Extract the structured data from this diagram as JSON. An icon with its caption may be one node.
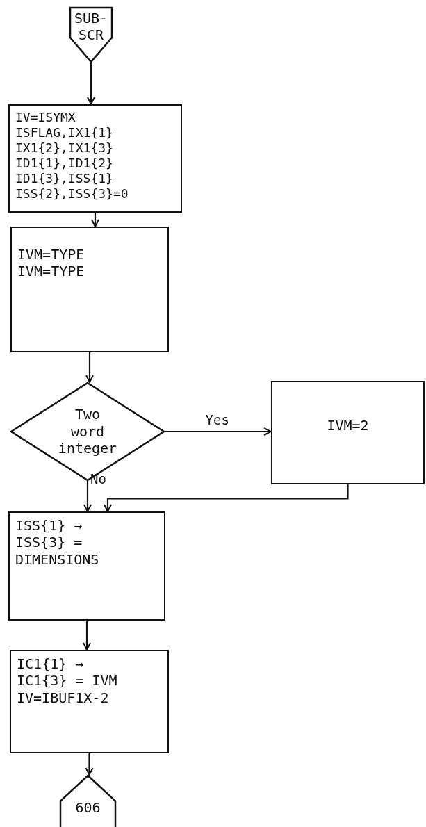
{
  "diagram": {
    "nodes": [
      {
        "text": [
          "SUB- SCR"
        ]
      },
      {
        "text": [
          "IV=ISYMX ISFLAG,IX1{1} IX1{2},IX1{3} ID1{1},ID1{2} ID1{3},ISS{1} ISS{2},ISS{3}=0"
        ]
      },
      {
        "text": [
          "IVM=TYPE IVM=TYPE"
        ]
      },
      {
        "text": [
          "Two word integer"
        ]
      },
      {
        "text": [
          "IVM=2"
        ]
      },
      {
        "text": [
          "ISS{1} → ISS{3} = DIMENSIONS"
        ]
      },
      {
        "text": [
          "IC1{1} → IC1{3} = IVM",
          "IV=IBUF1X-2"
        ]
      },
      {
        "text": [
          "606"
        ]
      }
    ],
    "edges": [
      {
        "from": 0,
        "to": 1,
        "arrow": "to"
      },
      {
        "from": 1,
        "to": 2,
        "arrow": "to"
      },
      {
        "from": 2,
        "to": 3,
        "arrow": "to"
      },
      {
        "from": 3,
        "to": 4,
        "arrow": "to",
        "label": "Yes"
      },
      {
        "from": 3,
        "to": 5,
        "arrow": "to",
        "label": "No"
      },
      {
        "from": 4,
        "to": 5,
        "arrow": "to"
      },
      {
        "from": 5,
        "to": 6,
        "arrow": "to"
      },
      {
        "from": 6,
        "to": 7,
        "arrow": "to"
      }
    ]
  }
}
